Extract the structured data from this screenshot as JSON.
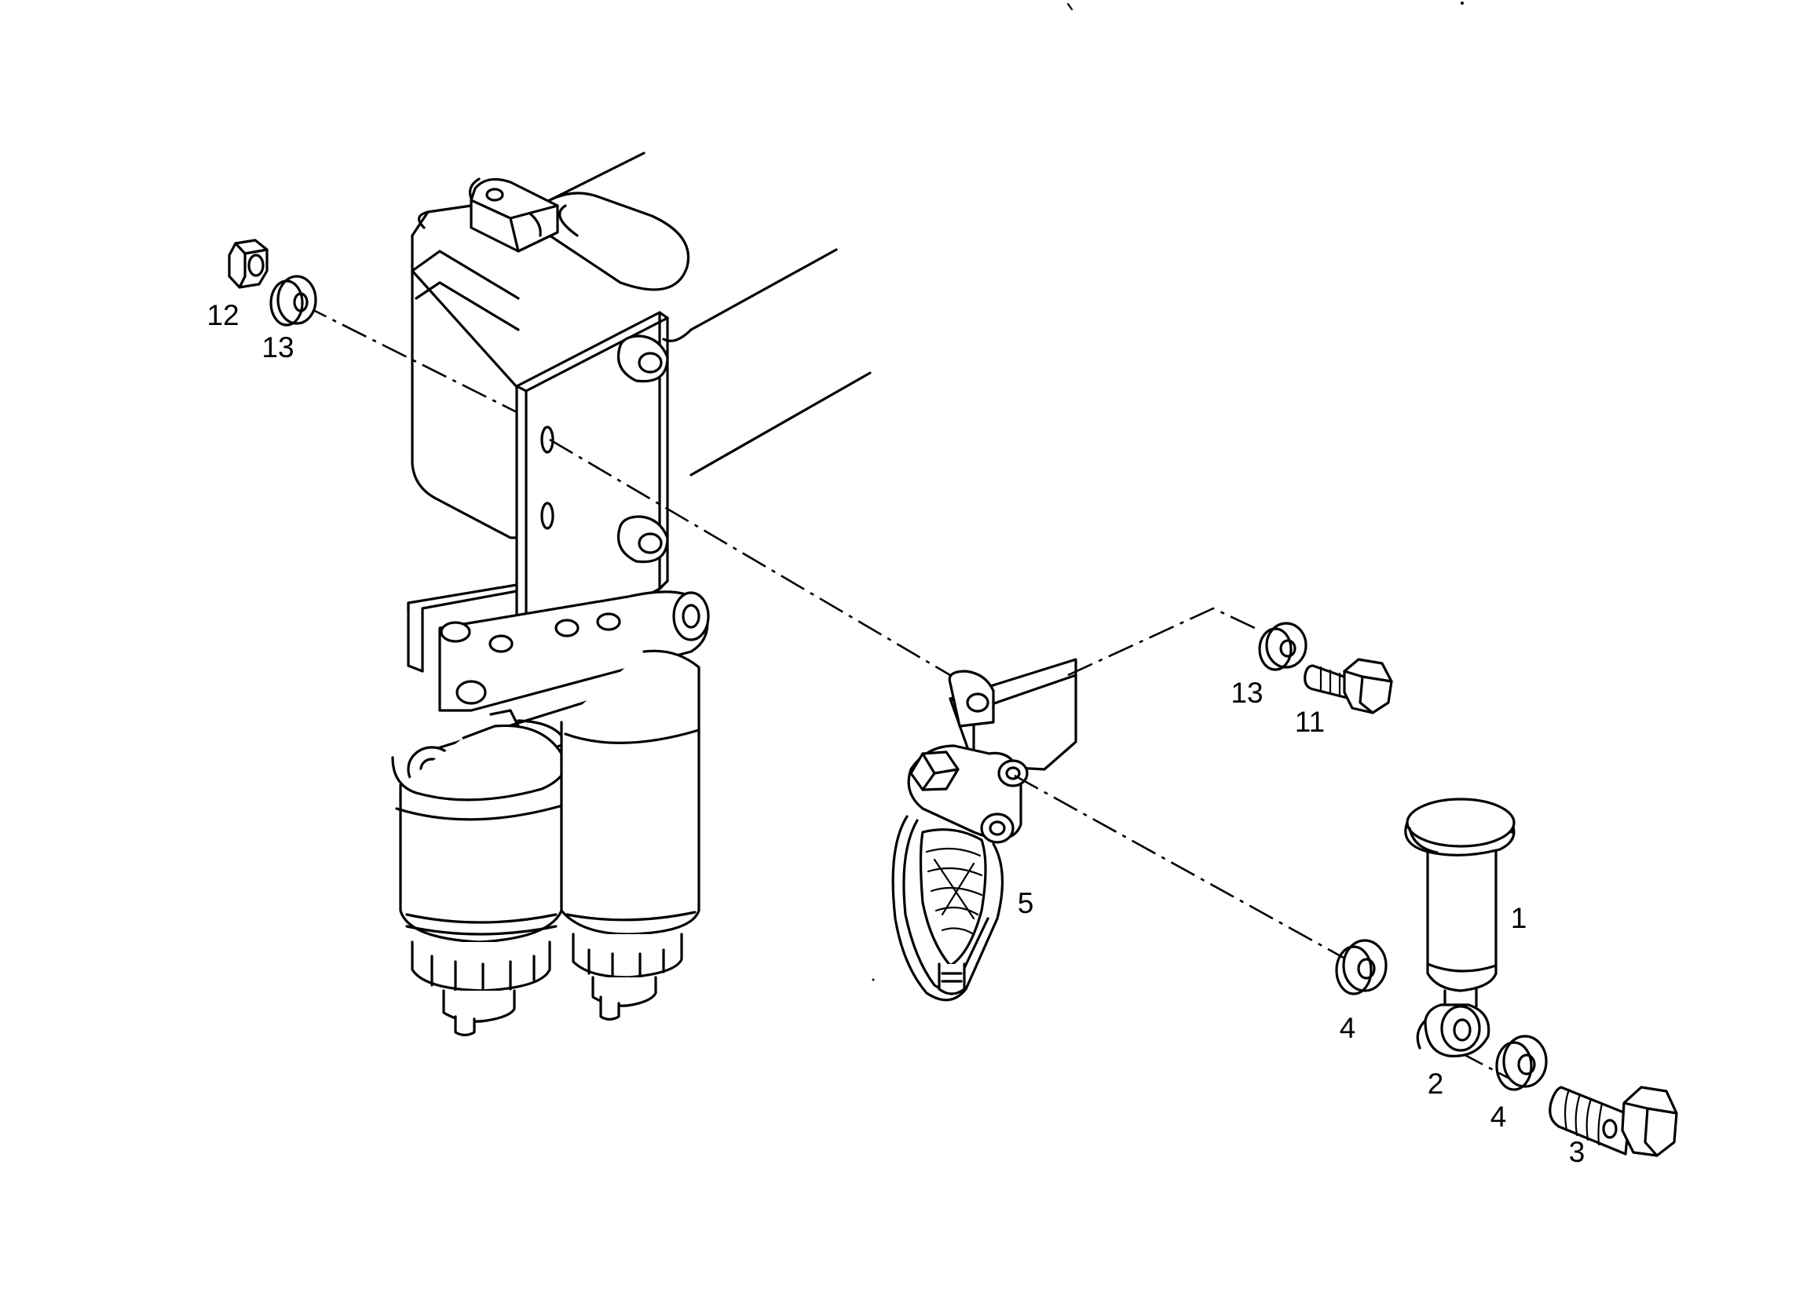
{
  "callouts": {
    "primer_pump": "1",
    "banjo_fitting": "2",
    "banjo_bolt": "3",
    "sealing_washer_upper": "4",
    "sealing_washer_lower": "4",
    "water_separator": "5",
    "mounting_bolt": "11",
    "nut": "12",
    "washer_left": "13",
    "washer_right": "13"
  },
  "colors": {
    "line": "#000000",
    "background": "#ffffff"
  }
}
